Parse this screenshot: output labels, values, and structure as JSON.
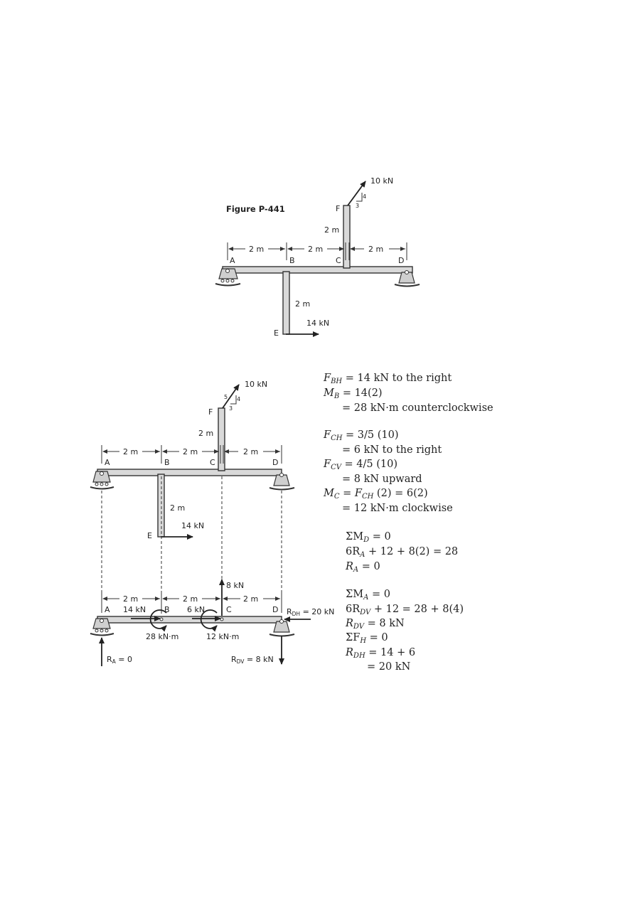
{
  "fig1": {
    "title": "Figure P-441",
    "labels": {
      "A": "A",
      "B": "B",
      "C": "C",
      "D": "D",
      "E": "E",
      "F": "F"
    },
    "dims": {
      "ab": "2 m",
      "bc": "2 m",
      "cd": "2 m",
      "cf": "2 m",
      "be": "2 m"
    },
    "load_top": "10 kN",
    "slope": {
      "rise": "4",
      "run": "3"
    },
    "load_e": "14 kN"
  },
  "fig2": {
    "labels": {
      "A": "A",
      "B": "B",
      "C": "C",
      "D": "D",
      "E": "E",
      "F": "F"
    },
    "dims": {
      "ab": "2 m",
      "bc": "2 m",
      "cd": "2 m",
      "cf": "2 m",
      "be": "2 m"
    },
    "load_top": "10 kN",
    "slope": {
      "hyp": "5",
      "rise": "4",
      "run": "3"
    },
    "load_e": "14 kN"
  },
  "fig3": {
    "labels": {
      "A": "A",
      "B": "B",
      "C": "C",
      "D": "D"
    },
    "dims": {
      "ab": "2 m",
      "bc": "2 m",
      "cd": "2 m"
    },
    "force_b": "14 kN",
    "force_c": "6 kN",
    "force_up": "8 kN",
    "moment_b": "28 kN·m",
    "moment_c": "12 kN·m",
    "rdh_label": "R",
    "rdh_sub": "DH",
    "rdh_val": " = 20 kN",
    "ra_label": "R",
    "ra_sub": "A",
    "ra_val": " = 0",
    "rdv_label": "R",
    "rdv_sub": "DV",
    "rdv_val": " = 8 kN"
  },
  "solution": {
    "l1_sym": "F",
    "l1_sub": "BH",
    "l1_rest": " = 14 kN to the right",
    "l2_sym": "M",
    "l2_sub": "B",
    "l2_rest": " = 14(2)",
    "l3": "= 28 kN·m counterclockwise",
    "l4_sym": "F",
    "l4_sub": "CH",
    "l4_rest": " = 3/5 (10)",
    "l5": "= 6 kN to the right",
    "l6_sym": "F",
    "l6_sub": "CV",
    "l6_rest": " = 4/5 (10)",
    "l7": "= 8 kN upward",
    "l8_sym": "M",
    "l8_sub": "C",
    "l8_mid": " = ",
    "l8_sym2": "F",
    "l8_sub2": "CH",
    "l8_rest": " (2) = 6(2)",
    "l9": "= 12 kN·m clockwise",
    "l10_pre": "ΣM",
    "l10_sub": "D",
    "l10_rest": " = 0",
    "l11_pre": "6R",
    "l11_sub": "A",
    "l11_rest": " + 12 + 8(2) = 28",
    "l12_pre": "R",
    "l12_sub": "A",
    "l12_rest": " = 0",
    "l13_pre": "ΣM",
    "l13_sub": "A",
    "l13_rest": " = 0",
    "l14_pre": "6R",
    "l14_sub": "DV",
    "l14_rest": " + 12 = 28 + 8(4)",
    "l15_pre": "R",
    "l15_sub": "DV",
    "l15_rest": " = 8 kN",
    "l16_pre": "ΣF",
    "l16_sub": "H",
    "l16_rest": " = 0",
    "l17_pre": "R",
    "l17_sub": "DH",
    "l17_rest": " = 14 + 6",
    "l18": "= 20 kN"
  }
}
